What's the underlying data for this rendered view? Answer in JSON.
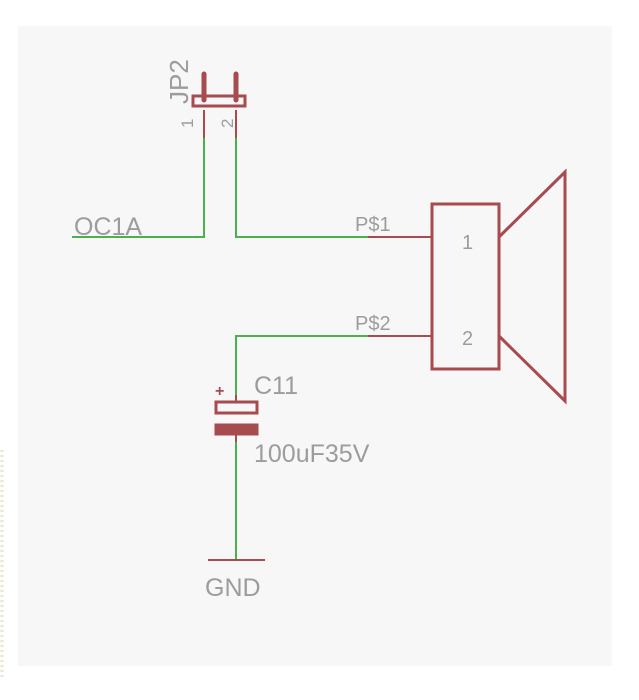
{
  "schematic": {
    "jumper": {
      "ref": "JP2",
      "pin1": "1",
      "pin2": "2"
    },
    "net_input": "OC1A",
    "speaker": {
      "pin1_name": "P$1",
      "pin2_name": "P$2",
      "pin1_num": "1",
      "pin2_num": "2"
    },
    "capacitor": {
      "ref": "C11",
      "value": "100uF35V",
      "polarity_mark": "+"
    },
    "ground": {
      "label": "GND"
    }
  },
  "colors": {
    "wire": "#4caf50",
    "part": "#a84b4f",
    "text": "#9c9c9c",
    "sheet": "#f7f7f7",
    "background": "#ffffff"
  }
}
